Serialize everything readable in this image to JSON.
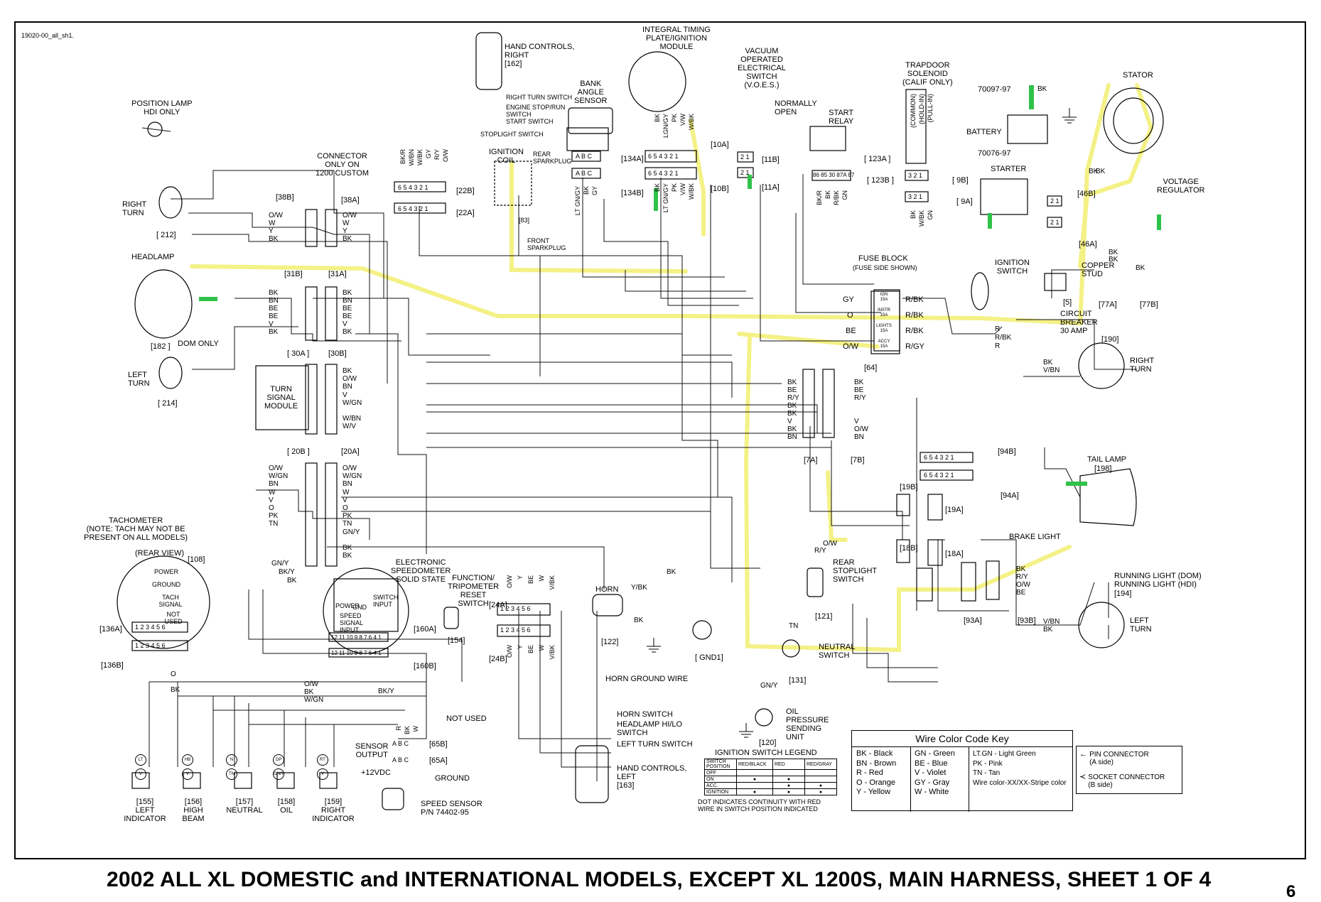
{
  "document": {
    "drawing_id": "19020-00_all_sh1.",
    "title": "2002 ALL XL DOMESTIC and INTERNATIONAL MODELS, EXCEPT XL 1200S, MAIN HARNESS, SHEET 1 OF 4",
    "page_number": "6"
  },
  "components": {
    "position_lamp": "POSITION LAMP\nHDI ONLY",
    "right_turn_front": "RIGHT\nTURN",
    "right_turn_front_ref": "[ 212]",
    "headlamp": "HEADLAMP",
    "headlamp_ref": "[182 ]",
    "dom_only": "DOM ONLY",
    "left_turn_front": "LEFT\nTURN",
    "left_turn_front_ref": "[ 214]",
    "connector_1200": "CONNECTOR\nONLY ON\n1200 CUSTOM",
    "turn_signal_module": "TURN\nSIGNAL\nMODULE",
    "tachometer": "TACHOMETER\n(NOTE: TACH MAY NOT BE\nPRESENT ON ALL MODELS)",
    "rear_view": "(REAR VIEW)",
    "tach_ref": "[108]",
    "tach_power": "POWER",
    "tach_ground": "GROUND",
    "tach_signal": "TACH\nSIGNAL",
    "tach_not_used": "NOT\nUSED",
    "hand_controls_right": "HAND CONTROLS,\nRIGHT\n[162]",
    "right_turn_switch": "RIGHT TURN SWITCH",
    "engine_stop_switch": "ENGINE STOP/RUN\nSWITCH",
    "start_switch": "START SWITCH",
    "stoplight_switch": "STOPLIGHT SWITCH",
    "ignition_coil": "IGNITION\nCOIL",
    "rear_sparkplug": "REAR\nSPARKPLUG",
    "front_sparkplug": "FRONT\nSPARKPLUG",
    "coil_ref": "[83]",
    "bank_angle_sensor": "BANK\nANGLE\nSENSOR",
    "itpm": "INTEGRAL TIMING\nPLATE/IGNITION\nMODULE",
    "voes": "VACUUM\nOPERATED\nELECTRICAL\nSWITCH\n(V.O.E.S.)",
    "normally_open": "NORMALLY\nOPEN",
    "start_relay": "START\nRELAY",
    "trapdoor_solenoid": "TRAPDOOR\nSOLENOID\n(CALIF ONLY)",
    "battery": "BATTERY",
    "battery_pn_1": "70097-97",
    "battery_pn_2": "70076-97",
    "starter": "STARTER",
    "stator": "STATOR",
    "voltage_regulator": "VOLTAGE\nREGULATOR",
    "fuse_block": "FUSE BLOCK",
    "fuse_side": "(FUSE SIDE SHOWN)",
    "ignition_switch": "IGNITION\nSWITCH",
    "copper_stud": "COPPER\nSTUD",
    "circuit_breaker": "CIRCUIT\nBREAKER\n30 AMP",
    "right_turn_rear": "RIGHT\nTURN",
    "right_turn_rear_ref": "[190]",
    "tail_lamp": "TAIL LAMP",
    "tail_lamp_ref": "[198]",
    "brake_light": "BRAKE LIGHT",
    "running_light_dom": "RUNNING LIGHT (DOM)",
    "running_light_hdi": "RUNNING LIGHT (HDI)",
    "tail_lamp_194": "[194]",
    "left_turn_rear": "LEFT\nTURN",
    "speedometer": "ELECTRONIC\nSPEEDOMETER\nSOLID STATE",
    "function_reset": "FUNCTION/\nTRIPOMETER\nRESET\nSWITCH",
    "function_ref": "[154]",
    "horn": "HORN",
    "horn_ref": "[122]",
    "horn_ground": "HORN GROUND WIRE",
    "gnd1": "[ GND1]",
    "rear_stoplight_switch": "REAR\nSTOPLIGHT\nSWITCH",
    "rear_stoplight_ref": "[121]",
    "neutral_switch": "NEUTRAL\nSWITCH",
    "neutral_ref": "[131]",
    "oil_pressure": "OIL\nPRESSURE\nSENDING\nUNIT",
    "oil_ref": "[120]",
    "horn_switch": "HORN SWITCH",
    "headlamp_hilo": "HEADLAMP HI/LO\nSWITCH",
    "left_turn_switch": "LEFT TURN SWITCH",
    "hand_controls_left": "HAND CONTROLS,\nLEFT\n[163]",
    "not_used": "NOT USED",
    "sensor_output": "SENSOR\nOUTPUT",
    "plus_12vdc": "+12VDC",
    "ground": "GROUND",
    "speed_sensor": "SPEED SENSOR\nP/N 74402-95",
    "left_indicator": "[155]\nLEFT\nINDICATOR",
    "high_beam": "[156]\nHIGH\nBEAM",
    "neutral": "[157]\nNEUTRAL",
    "oil": "[158]\nOIL",
    "right_indicator": "[159]\nRIGHT\nINDICATOR",
    "speedo_power": "POWER",
    "speedo_gnd": "GND",
    "speedo_signal": "SPEED\nSIGNAL\nINPUT",
    "speedo_switch": "SWITCH\nINPUT"
  },
  "connector_refs": [
    "[38B]",
    "[38A]",
    "[31B]",
    "[31A]",
    "[ 30A ]",
    "[30B]",
    "[ 20B ]",
    "[20A]",
    "[136A]",
    "[136B]",
    "[22B]",
    "[22A]",
    "[134A]",
    "[134B]",
    "[10A]",
    "[10B]",
    "[11B]",
    "[11A]",
    "[ 123A ]",
    "[ 123B ]",
    "[ 9B]",
    "[ 9A]",
    "[46B]",
    "[46A]",
    "[5]",
    "[77A]",
    "[77B]",
    "[64]",
    "[7A]",
    "[7B]",
    "[94B]",
    "[94A]",
    "[19B]",
    "[19A]",
    "[18B]",
    "[18A]",
    "[93A]",
    "[93B]",
    "[24A]",
    "[24B]",
    "[160A]",
    "[160B]",
    "[65B]",
    "[65A]"
  ],
  "fuse_block": {
    "left_wires": [
      "GY",
      "O",
      "BE",
      "O/W"
    ],
    "right_wires": [
      "R/BK",
      "R/BK",
      "R/BK",
      "R/GY"
    ],
    "fuses": [
      "IGN\n15A",
      "INSTR\n15A",
      "LIGHTS\n15A",
      "ACCY\n15A"
    ]
  },
  "wire_labels": {
    "c38_left": [
      "O/W",
      "W",
      "Y",
      "BK"
    ],
    "c38_right": [
      "O/W",
      "W",
      "Y",
      "BK"
    ],
    "c31_left": [
      "BK",
      "BN",
      "BE",
      "BE",
      "V",
      "BK"
    ],
    "c31_right": [
      "BK",
      "BN",
      "BE",
      "BE",
      "V",
      "BK"
    ],
    "c30_right": [
      "BK",
      "O/W",
      "BN",
      "V",
      "W/GN",
      "",
      "W/BN",
      "W/V"
    ],
    "c20_left": [
      "O/W",
      "W/GN",
      "BN",
      "W",
      "V",
      "O",
      "PK",
      "TN"
    ],
    "c20_right": [
      "O/W",
      "W/GN",
      "BN",
      "W",
      "V",
      "O",
      "PK",
      "TN",
      "GN/Y",
      "",
      "BK",
      "BK"
    ],
    "c7_left": [
      "BK",
      "BE",
      "R/Y",
      "BK",
      "BK",
      "V",
      "BK",
      "BN"
    ],
    "c7_right": [
      "BK",
      "BE",
      "R/Y",
      "",
      "",
      "V",
      "O/W",
      "BN"
    ],
    "c22_top": [
      "BK/R",
      "W/BN",
      "W/BK",
      "GY",
      "R/Y",
      "O/W"
    ],
    "c10_top": [
      "BK",
      "LGN/GY",
      "PK",
      "V/W",
      "W/BK"
    ],
    "c10_bottom": [
      "BK",
      "LT GN/GY",
      "PK",
      "V/W",
      "W/BK"
    ],
    "c134_bottom": [
      "LT GN/GY",
      "BK",
      "GY"
    ],
    "c123_bottom": [
      "BK/R",
      "BK",
      "R/BK",
      "GN"
    ],
    "c9_bottom": [
      "BK",
      "W/BK",
      "GN"
    ],
    "c9_top": [
      "(COMMON)",
      "(HOLD-IN)",
      "(PULL-IN)"
    ],
    "stator_wires": [
      "BK",
      "BK"
    ],
    "vr_wires": [
      "BK",
      "BK",
      "BK"
    ],
    "right_turn_rear": [
      "BK",
      "V/BN"
    ],
    "left_turn_rear": [
      "V/BN",
      "BK"
    ],
    "tail_lamp": [
      "BK",
      "R/Y",
      "O/W",
      "BE"
    ],
    "c24_top": [
      "O/W",
      "Y",
      "BE",
      "W",
      "V/BK"
    ],
    "c24_bottom": [
      "O/W",
      "Y",
      "BE",
      "W",
      "V/BK"
    ],
    "speedo_bottom": [
      "O/W",
      "BK",
      "W/GN"
    ],
    "tach_bottom": [
      "O",
      "BK"
    ],
    "speed_sensor_wires": [
      "R",
      "BK",
      "W"
    ],
    "neutral_wire": "TN",
    "oil_wire": "GN/Y",
    "horn_wires": [
      "Y/BK",
      "BK"
    ],
    "ign_switch": [
      "R",
      "R/BK",
      "R"
    ],
    "battery_bk": "BK",
    "stoplight_wires": [
      "R/Y",
      "O/W"
    ],
    "misc": [
      "BK",
      "GN/Y",
      "BK/Y",
      "BK",
      "BK/Y"
    ]
  },
  "pin_numbers": {
    "four": [
      "1",
      "2",
      "3",
      "4"
    ],
    "six": [
      "1",
      "2",
      "3",
      "4",
      "5",
      "6"
    ],
    "eight": [
      "1",
      "2",
      "3",
      "4",
      "5",
      "6",
      "7",
      "8"
    ],
    "twelve": [
      "1",
      "2",
      "3",
      "4",
      "5",
      "6",
      "7",
      "8",
      "9",
      "10",
      "11",
      "12"
    ],
    "row_6": "6 5 4 3 2 1",
    "row_5": "5 4 3 2 1",
    "row_12": "1 2 3 4 5 6",
    "row_abc": "A B C",
    "row_speedo": "12 11 10 9 8 7 6 4 1",
    "row_2": "2 1",
    "row_3": "3 2 1",
    "row_relay": "86 85 30 87A 87"
  },
  "indicators": {
    "symbols": [
      "LT",
      "V",
      "HB",
      "V",
      "N",
      "TN",
      "OP",
      "GN/Y",
      "RT",
      "V"
    ]
  },
  "wire_color_key": {
    "title": "Wire Color Code Key",
    "col1": [
      "BK - Black",
      "BN - Brown",
      "R - Red",
      "O - Orange",
      "Y - Yellow"
    ],
    "col2": [
      "GN - Green",
      "BE - Blue",
      "V - Violet",
      "GY - Gray",
      "W - White"
    ],
    "col3": [
      "LT.GN - Light Green",
      "PK - Pink",
      "TN - Tan",
      "Wire color-XX/XX-Stripe color"
    ]
  },
  "connector_legend": {
    "pin": "PIN CONNECTOR\n(A side)",
    "socket": "SOCKET CONNECTOR\n(B side)"
  },
  "ignition_legend": {
    "title": "IGNITION SWITCH LEGEND",
    "headers": [
      "SWITCH\nPOSITION",
      "RED/BLACK",
      "RED",
      "RED/GRAY"
    ],
    "rows": [
      "OFF",
      "ON",
      "ACC.",
      "IGNITION"
    ],
    "note": "DOT INDICATES CONTINUITY WITH RED\nWIRE IN SWITCH POSITION INDICATED"
  },
  "highlight_color": "#f3f07a",
  "marker_color": "#2fc24a"
}
